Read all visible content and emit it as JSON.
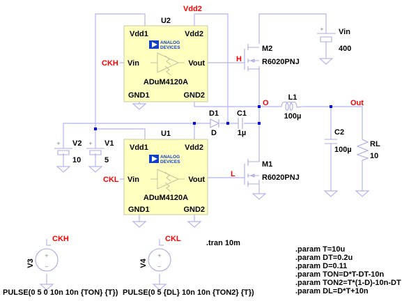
{
  "net_labels": {
    "vdd2": "Vdd2",
    "ckh": "CKH",
    "ckl": "CKL",
    "h": "H",
    "l": "L",
    "o": "O",
    "out": "Out",
    "ckh_src": "CKH",
    "ckl_src": "CKL"
  },
  "components": {
    "u2": {
      "ref": "U2",
      "part": "ADuM4120A",
      "pins": {
        "vdd1": "Vdd1",
        "vdd2": "Vdd2",
        "vin": "Vin",
        "vout": "Vout",
        "gnd1": "GND1",
        "gnd2": "GND2"
      },
      "logo": [
        "ANALOG",
        "DEVICES"
      ]
    },
    "u1": {
      "ref": "U1",
      "part": "ADuM4120A",
      "pins": {
        "vdd1": "Vdd1",
        "vdd2": "Vdd2",
        "vin": "Vin",
        "vout": "Vout",
        "gnd1": "GND1",
        "gnd2": "GND2"
      },
      "logo": [
        "ANALOG",
        "DEVICES"
      ]
    },
    "m2": {
      "ref": "M2",
      "value": "R6020PNJ"
    },
    "m1": {
      "ref": "M1",
      "value": "R6020PNJ"
    },
    "vin": {
      "ref": "Vin",
      "value": "400"
    },
    "l1": {
      "ref": "L1",
      "value": "100µ"
    },
    "c2": {
      "ref": "C2",
      "value": "100µ"
    },
    "rl": {
      "ref": "RL",
      "value": "10"
    },
    "d1": {
      "ref": "D1",
      "value": "D"
    },
    "c1": {
      "ref": "C1",
      "value": "1µ"
    },
    "v2": {
      "ref": "V2",
      "value": "10"
    },
    "v1": {
      "ref": "V1",
      "value": "5"
    },
    "v3": {
      "ref": "V3",
      "value": "PULSE(0 5 0 10n 10n {TON} {T})"
    },
    "v4": {
      "ref": "V4",
      "value": "PULSE(0 5 {DL} 10n 10n {TON2} {T})"
    }
  },
  "directives": {
    "tran": ".tran 10m",
    "params": [
      ".param T=10u",
      ".param DT=0.2u",
      ".param D=0.11",
      ".param TON=D*T-DT-10n",
      ".param TON2=T*(1-D)-10n-DT",
      ".param DL=D*T+10n"
    ]
  }
}
